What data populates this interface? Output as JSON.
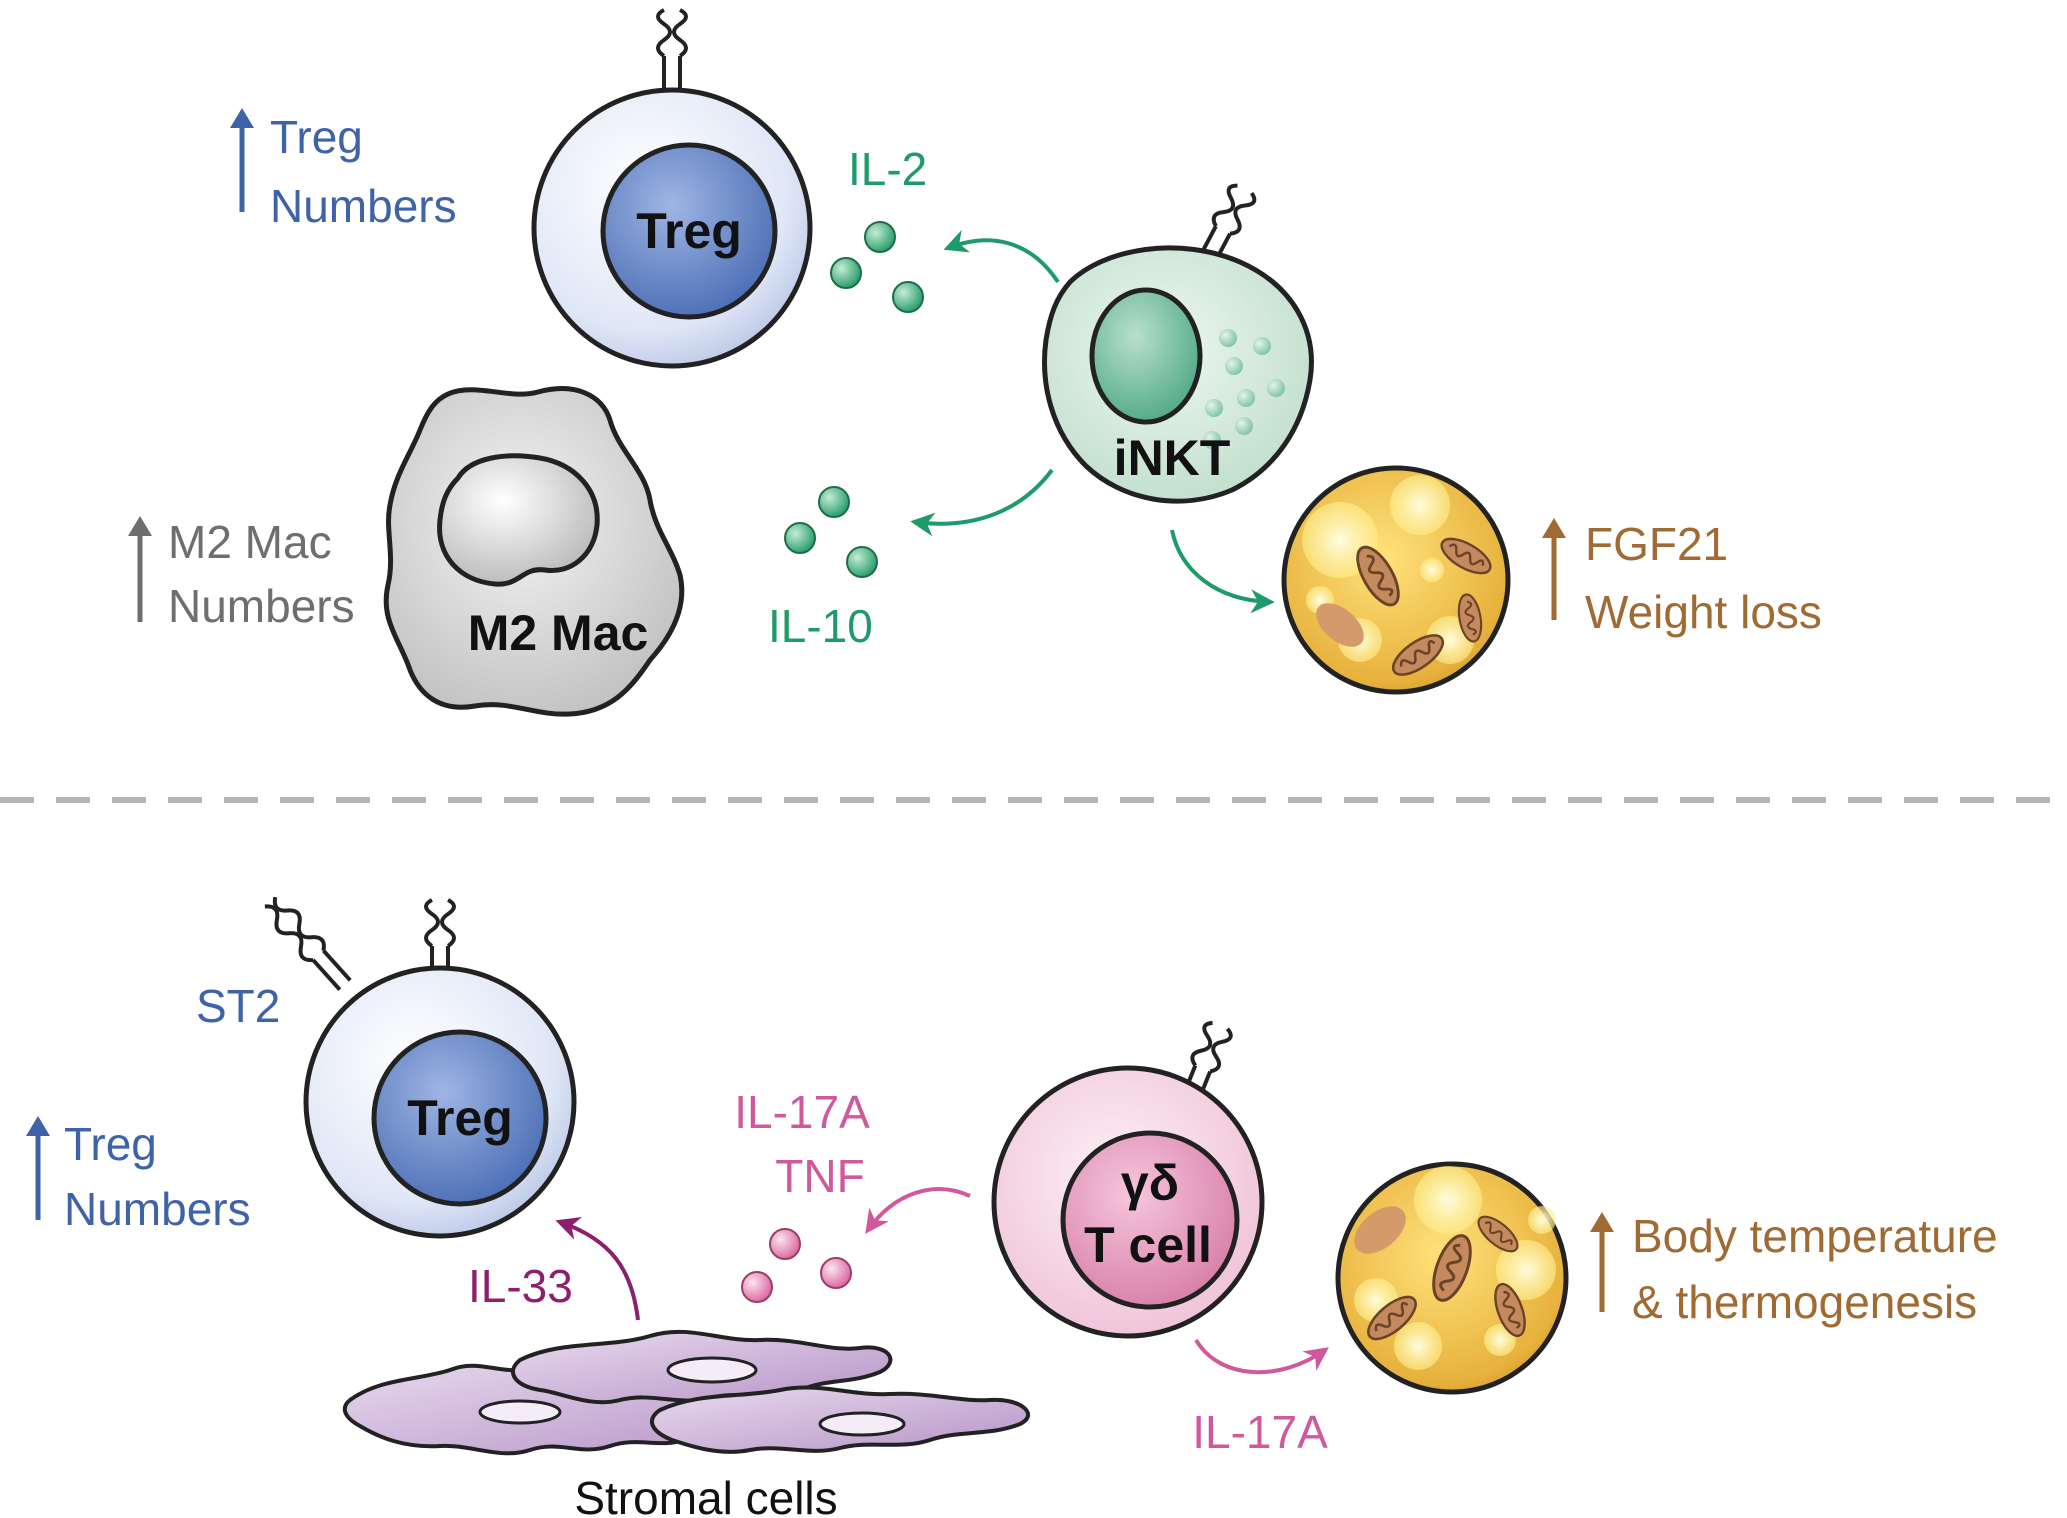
{
  "top_panel": {
    "treg": {
      "cell_label": "Treg",
      "effect_line1": "Treg",
      "effect_line2": "Numbers"
    },
    "il2_label": "IL-2",
    "inkt_label": "iNKT",
    "m2mac": {
      "cell_label": "M2 Mac",
      "effect_line1": "M2 Mac",
      "effect_line2": "Numbers"
    },
    "il10_label": "IL-10",
    "adipocyte_effect": {
      "line1": "FGF21",
      "line2": "Weight loss"
    }
  },
  "bottom_panel": {
    "st2_label": "ST2",
    "treg": {
      "cell_label": "Treg",
      "effect_line1": "Treg",
      "effect_line2": "Numbers"
    },
    "il33_label": "IL-33",
    "cytokines": {
      "line1": "IL-17A",
      "line2": "TNF"
    },
    "gd_tcell": {
      "line1": "γδ",
      "line2": "T cell"
    },
    "il17a_label": "IL-17A",
    "stromal_label": "Stromal cells",
    "adipocyte_effect": {
      "line1": "Body temperature",
      "line2": "& thermogenesis"
    }
  },
  "colors": {
    "treg_blue": "#3f63a8",
    "green": "#1f9a6a",
    "gray": "#6e6e6e",
    "brown": "#a06a33",
    "pink": "#d0589c",
    "purple": "#8c1f6e",
    "dash": "#b5b5b5"
  }
}
